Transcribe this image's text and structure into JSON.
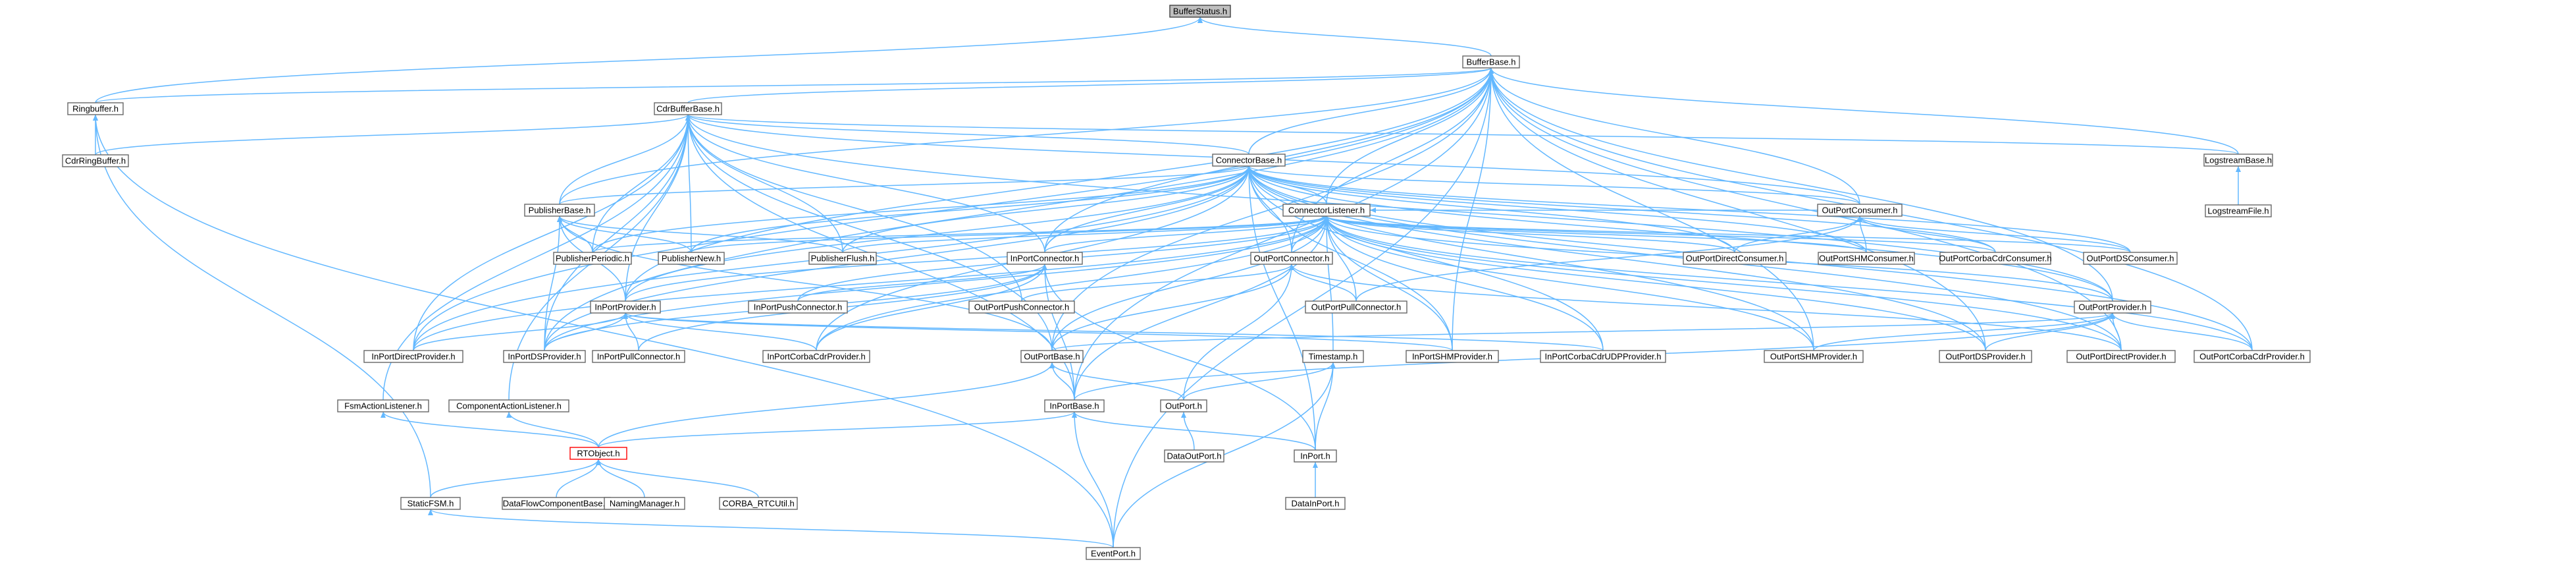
{
  "colors": {
    "edge": "#63b8ff",
    "node_border": "#666666",
    "root_fill": "#bfbfbf",
    "highlight_border": "#ff0000"
  },
  "nodes": [
    {
      "id": "BufferStatus",
      "label": "BufferStatus.h",
      "style": "root"
    },
    {
      "id": "BufferBase",
      "label": "BufferBase.h"
    },
    {
      "id": "Ringbuffer",
      "label": "Ringbuffer.h"
    },
    {
      "id": "CdrBufferBase",
      "label": "CdrBufferBase.h"
    },
    {
      "id": "CdrRingBuffer",
      "label": "CdrRingBuffer.h"
    },
    {
      "id": "ConnectorBase",
      "label": "ConnectorBase.h"
    },
    {
      "id": "LogstreamBase",
      "label": "LogstreamBase.h"
    },
    {
      "id": "LogstreamFile",
      "label": "LogstreamFile.h"
    },
    {
      "id": "PublisherBase",
      "label": "PublisherBase.h"
    },
    {
      "id": "ConnectorListener",
      "label": "ConnectorListener.h"
    },
    {
      "id": "OutPortConsumer",
      "label": "OutPortConsumer.h"
    },
    {
      "id": "PublisherPeriodic",
      "label": "PublisherPeriodic.h"
    },
    {
      "id": "PublisherNew",
      "label": "PublisherNew.h"
    },
    {
      "id": "PublisherFlush",
      "label": "PublisherFlush.h"
    },
    {
      "id": "InPortConnector",
      "label": "InPortConnector.h"
    },
    {
      "id": "OutPortConnector",
      "label": "OutPortConnector.h"
    },
    {
      "id": "OutPortDirectConsumer",
      "label": "OutPortDirectConsumer.h"
    },
    {
      "id": "OutPortSHMConsumer",
      "label": "OutPortSHMConsumer.h"
    },
    {
      "id": "OutPortCorbaCdrConsumer",
      "label": "OutPortCorbaCdrConsumer.h"
    },
    {
      "id": "OutPortDSConsumer",
      "label": "OutPortDSConsumer.h"
    },
    {
      "id": "InPortPushConnector",
      "label": "InPortPushConnector.h"
    },
    {
      "id": "OutPortPushConnector",
      "label": "OutPortPushConnector.h"
    },
    {
      "id": "OutPortPullConnector",
      "label": "OutPortPullConnector.h"
    },
    {
      "id": "InPortProvider",
      "label": "InPortProvider.h"
    },
    {
      "id": "OutPortProvider",
      "label": "OutPortProvider.h"
    },
    {
      "id": "InPortDirectProvider",
      "label": "InPortDirectProvider.h"
    },
    {
      "id": "InPortDSProvider",
      "label": "InPortDSProvider.h"
    },
    {
      "id": "InPortPullConnector",
      "label": "InPortPullConnector.h"
    },
    {
      "id": "InPortCorbaCdrProvider",
      "label": "InPortCorbaCdrProvider.h"
    },
    {
      "id": "OutPortBase",
      "label": "OutPortBase.h"
    },
    {
      "id": "InPortSHMProvider",
      "label": "InPortSHMProvider.h"
    },
    {
      "id": "InPortCorbaCdrUDPProvider",
      "label": "InPortCorbaCdrUDPProvider.h"
    },
    {
      "id": "OutPortSHMProvider",
      "label": "OutPortSHMProvider.h"
    },
    {
      "id": "OutPortDSProvider",
      "label": "OutPortDSProvider.h"
    },
    {
      "id": "OutPortDirectProvider",
      "label": "OutPortDirectProvider.h"
    },
    {
      "id": "OutPortCorbaCdrProvider",
      "label": "OutPortCorbaCdrProvider.h"
    },
    {
      "id": "Timestamp",
      "label": "Timestamp.h"
    },
    {
      "id": "FsmActionListener",
      "label": "FsmActionListener.h"
    },
    {
      "id": "ComponentActionListener",
      "label": "ComponentActionListener.h"
    },
    {
      "id": "InPortBase",
      "label": "InPortBase.h"
    },
    {
      "id": "OutPort",
      "label": "OutPort.h"
    },
    {
      "id": "DataOutPort",
      "label": "DataOutPort.h"
    },
    {
      "id": "RTObject",
      "label": "RTObject.h",
      "style": "red"
    },
    {
      "id": "InPort",
      "label": "InPort.h"
    },
    {
      "id": "StaticFSM",
      "label": "StaticFSM.h"
    },
    {
      "id": "DataFlowComponentBase",
      "label": "DataFlowComponentBase.h"
    },
    {
      "id": "NamingManager",
      "label": "NamingManager.h"
    },
    {
      "id": "CORBA_RTCUtil",
      "label": "CORBA_RTCUtil.h"
    },
    {
      "id": "DataInPort",
      "label": "DataInPort.h"
    },
    {
      "id": "EventPort",
      "label": "EventPort.h"
    }
  ]
}
